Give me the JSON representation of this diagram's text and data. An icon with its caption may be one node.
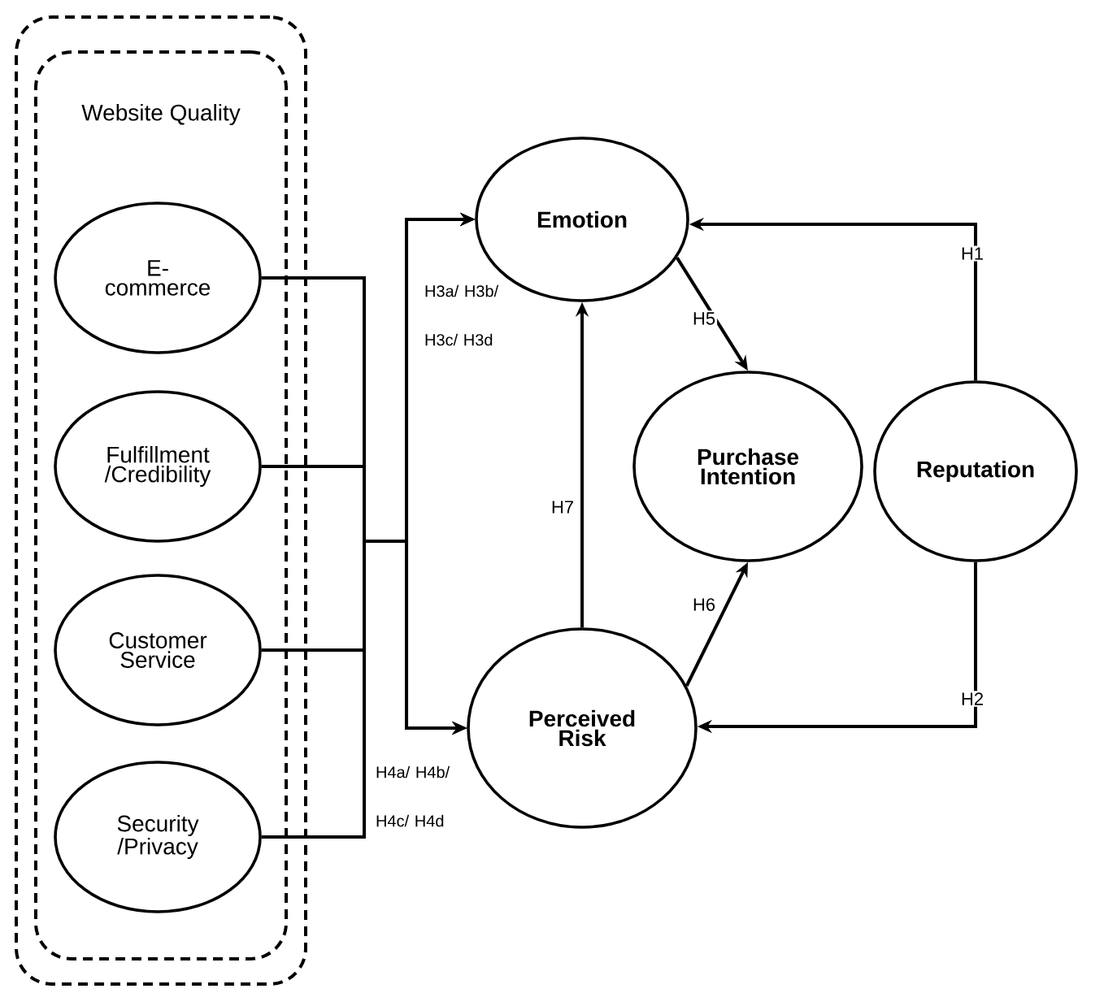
{
  "diagram": {
    "nodes": [
      {
        "text": [],
        "shape": "box"
      },
      {
        "text": [
          "Website Quality"
        ],
        "in": 0
      },
      {
        "text": [
          "E-commerce"
        ],
        "in": 1
      },
      {
        "text": [
          "Fulfillment /Credibility"
        ],
        "in": 1
      },
      {
        "text": [
          "Customer Service"
        ],
        "in": 1
      },
      {
        "text": [
          "Security /Privacy"
        ],
        "in": 1
      },
      {
        "text": [
          "Emotion"
        ]
      },
      {
        "text": [
          "Perceived Risk"
        ]
      },
      {
        "text": [
          "Purchase Intention"
        ]
      },
      {
        "text": [
          "Reputation"
        ]
      }
    ],
    "edges": [
      {
        "from": 2,
        "to": 6,
        "arrow": "to"
      },
      {
        "from": 3,
        "to": 6,
        "arrow": "to"
      },
      {
        "from": 4,
        "to": 6,
        "arrow": "to"
      },
      {
        "from": 5,
        "to": 6,
        "arrow": "to"
      },
      {
        "from": 2,
        "to": 7,
        "arrow": "to"
      },
      {
        "from": 3,
        "to": 7,
        "arrow": "to"
      },
      {
        "from": 4,
        "to": 7,
        "arrow": "to"
      },
      {
        "from": 5,
        "to": 7,
        "arrow": "to"
      },
      {
        "from": 9,
        "to": 6,
        "arrow": "to",
        "label": "H1"
      },
      {
        "from": 9,
        "to": 7,
        "arrow": "to",
        "label": "H2"
      },
      {
        "from": 6,
        "to": 8,
        "arrow": "to",
        "label": "H5"
      },
      {
        "from": 7,
        "to": 8,
        "arrow": "to",
        "label": "H6"
      },
      {
        "from": 7,
        "to": 6,
        "arrow": "to",
        "label": "H7"
      }
    ],
    "labels": [
      "H3a/ H3b/ H3c/ H3d",
      "H4a/ H4b/ H4c/ H4d"
    ]
  }
}
